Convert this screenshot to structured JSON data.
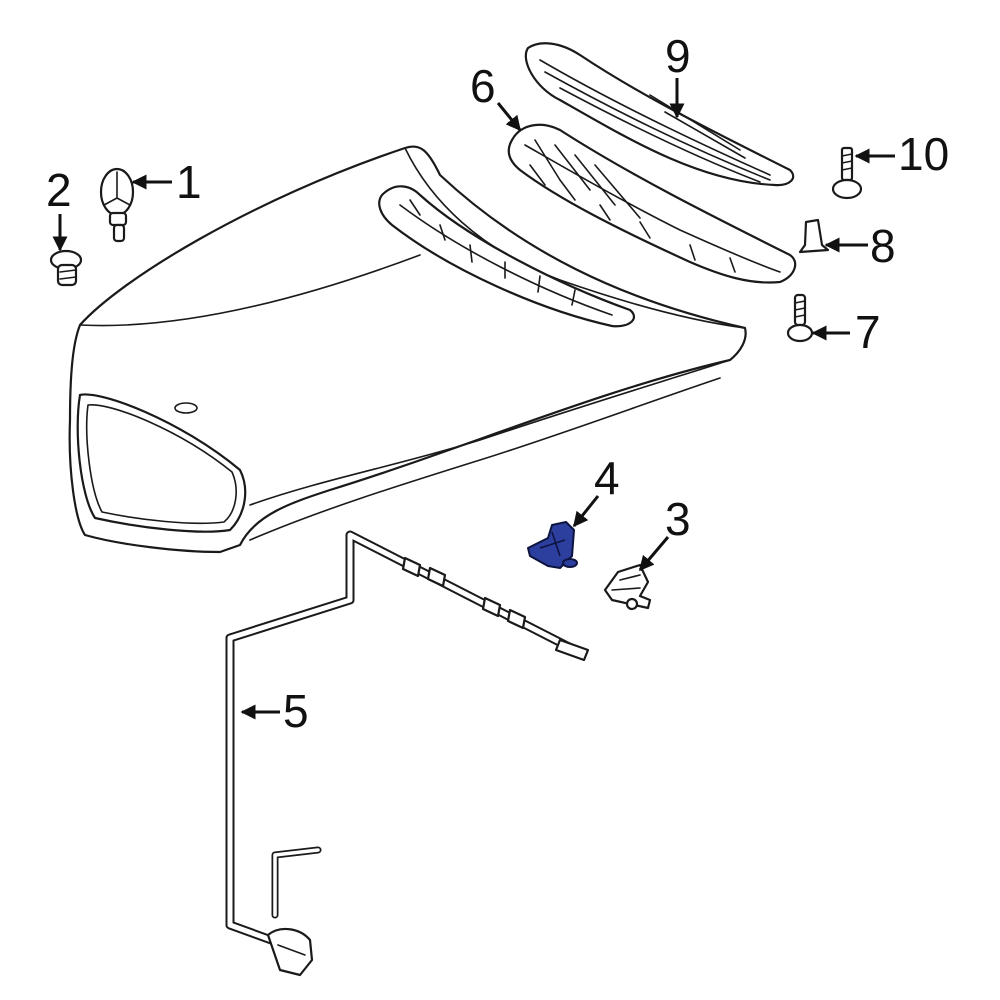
{
  "diagram": {
    "highlight_color": "#2c3e9e",
    "callouts": [
      {
        "id": "1",
        "label": "1",
        "part": "hood-emblem"
      },
      {
        "id": "2",
        "label": "2",
        "part": "emblem-fastener"
      },
      {
        "id": "3",
        "label": "3",
        "part": "hood-latch"
      },
      {
        "id": "4",
        "label": "4",
        "part": "secondary-catch"
      },
      {
        "id": "5",
        "label": "5",
        "part": "release-cable"
      },
      {
        "id": "6",
        "label": "6",
        "part": "insulator-frame"
      },
      {
        "id": "7",
        "label": "7",
        "part": "screw"
      },
      {
        "id": "8",
        "label": "8",
        "part": "retainer-clip"
      },
      {
        "id": "9",
        "label": "9",
        "part": "hood-insulator"
      },
      {
        "id": "10",
        "label": "10",
        "part": "bolt"
      }
    ]
  }
}
